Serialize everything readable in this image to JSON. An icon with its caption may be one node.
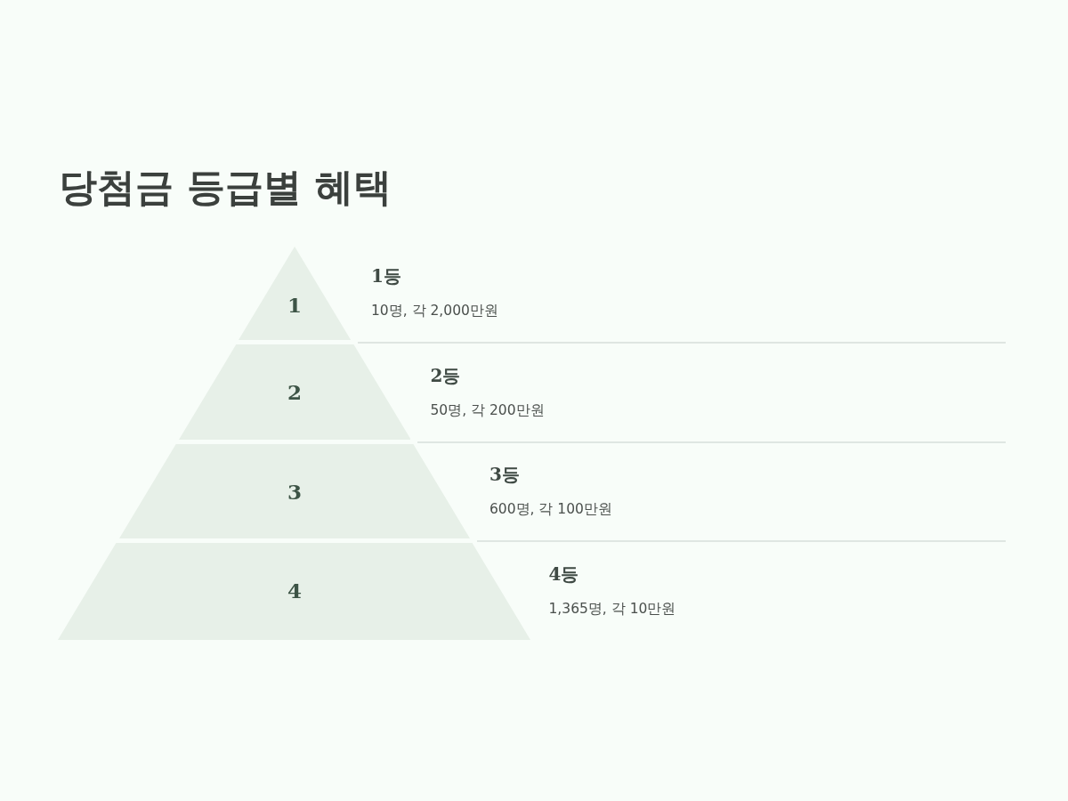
{
  "diagram": {
    "title": "당첨금 등급별 혜택",
    "nodes": [
      {
        "text": [
          "1"
        ],
        "beside": [
          "1등",
          "10명, 각 2,000만원"
        ]
      },
      {
        "text": [
          "2"
        ],
        "beside": [
          "2등",
          "50명, 각 200만원"
        ]
      },
      {
        "text": [
          "3"
        ],
        "beside": [
          "3등",
          "600명, 각 100만원"
        ]
      },
      {
        "text": [
          "4"
        ],
        "beside": [
          "4등",
          "1,365명, 각 10만원"
        ]
      }
    ]
  }
}
